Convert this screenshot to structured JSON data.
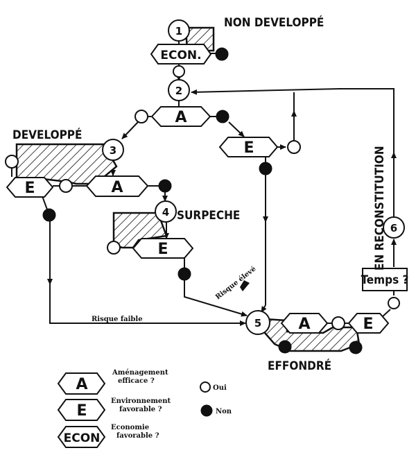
{
  "nodes": {
    "n1": "1",
    "n2": "2",
    "n3": "3",
    "n4": "4",
    "n5": "5",
    "n6": "6"
  },
  "states": {
    "non_developpe": "NON DEVELOPPÉ",
    "developpe": "DEVELOPPÉ",
    "surpeche": "SURPECHE",
    "effondre": "EFFONDRÉ",
    "en_reconstitution": "EN RECONSTITUTION"
  },
  "conditions": {
    "econ_label": "ECON.",
    "a_label": "A",
    "e_label": "E",
    "temps_label": "Temps ?"
  },
  "annotations": {
    "risque_eleve": "Risque élevé",
    "risque_faible": "Risque faible"
  },
  "legend": {
    "a_symbol": "A",
    "a_text_1": "Aménagement",
    "a_text_2": "efficace ?",
    "e_symbol": "E",
    "e_text_1": "Environnement",
    "e_text_2": "favorable ?",
    "econ_symbol": "ECON",
    "econ_text_1": "Economie",
    "econ_text_2": "favorable ?",
    "oui": "Oui",
    "non": "Non"
  }
}
